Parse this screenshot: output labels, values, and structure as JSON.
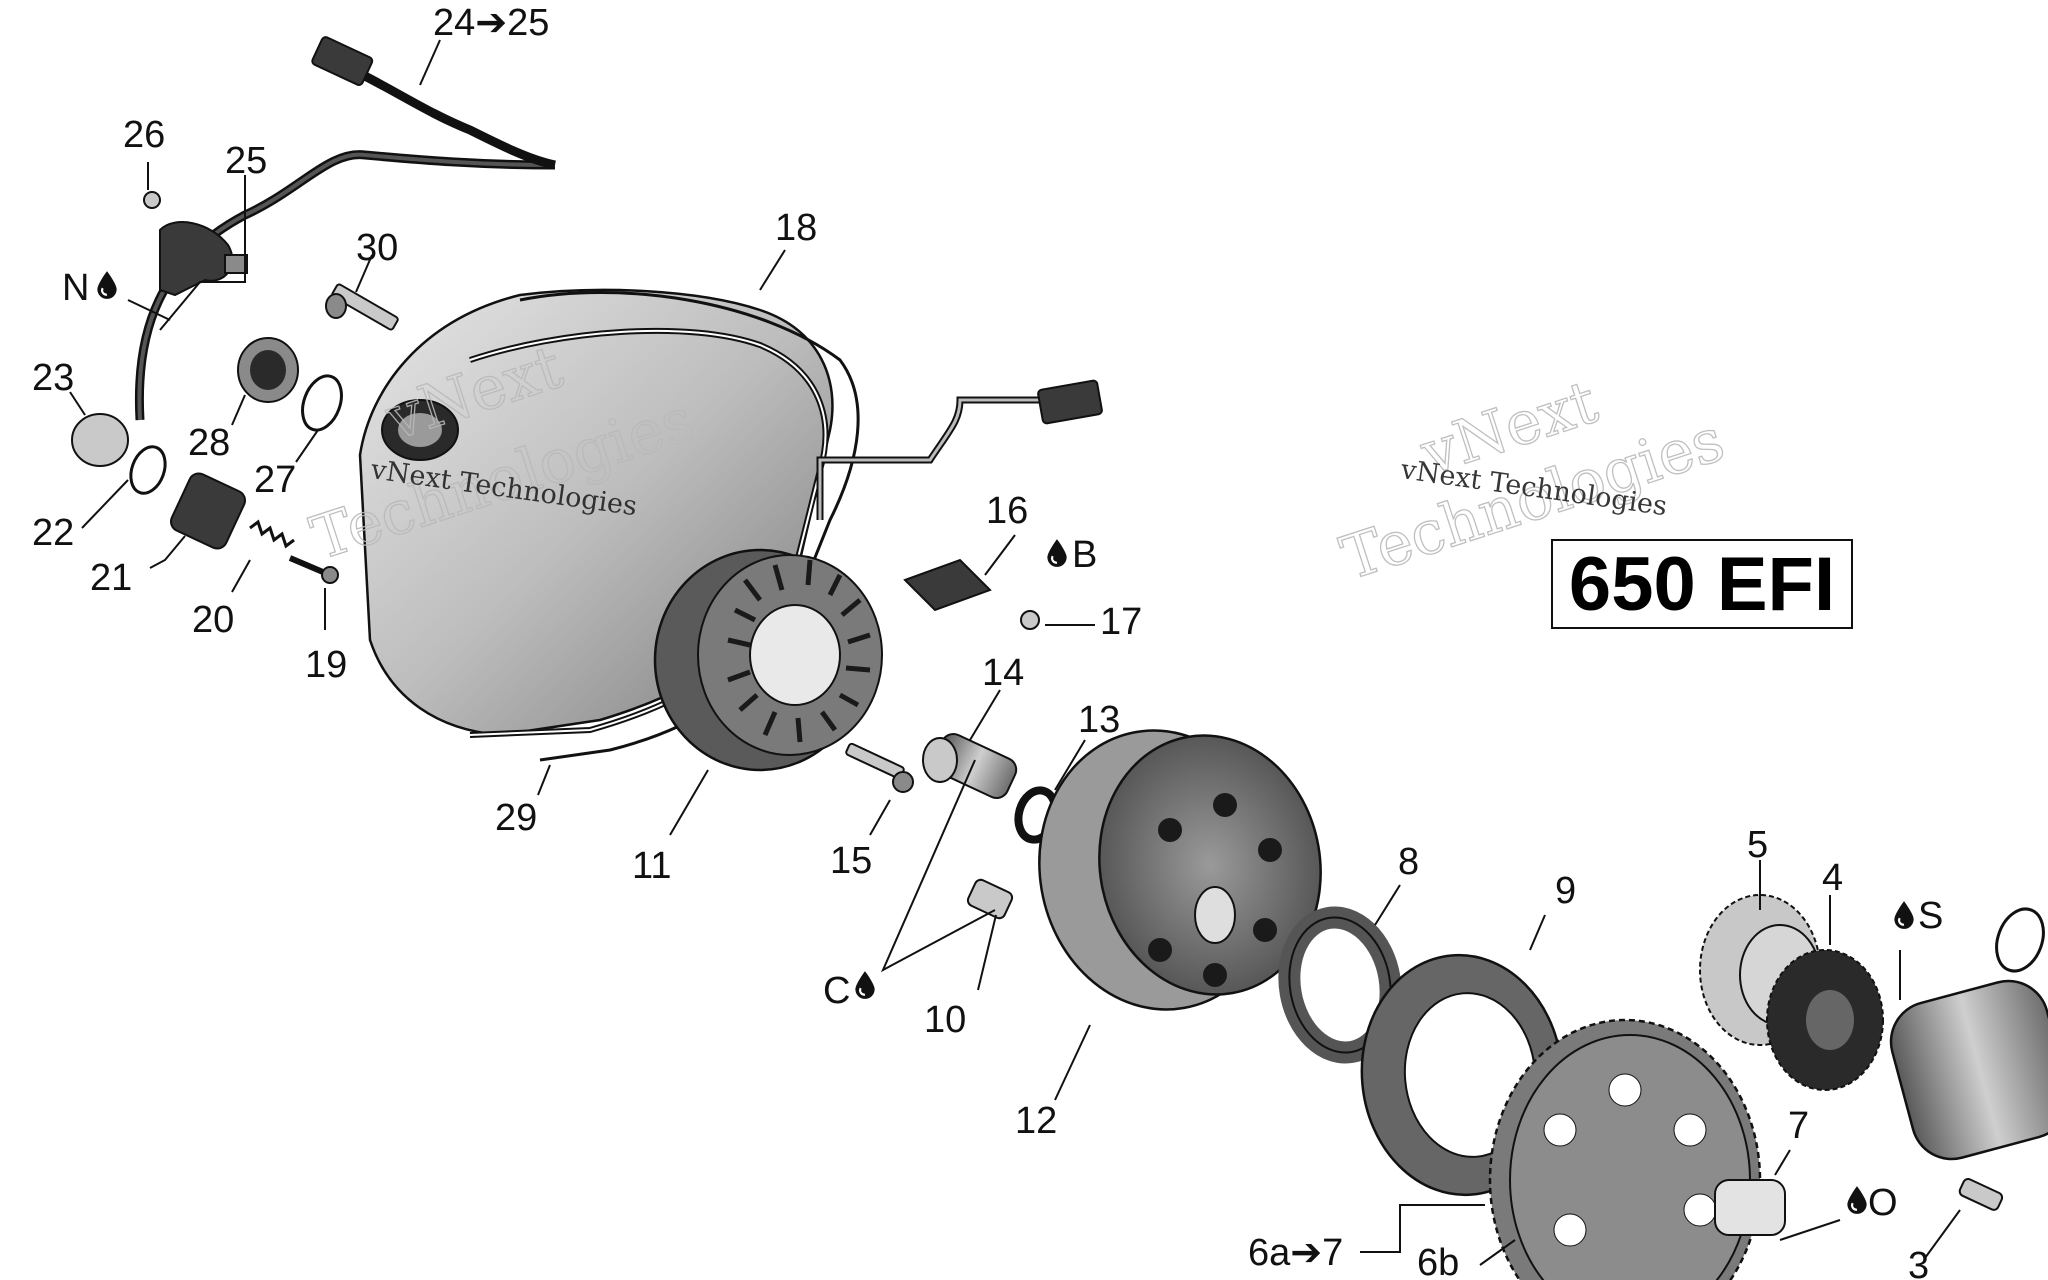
{
  "badge": {
    "text": "650 EFI"
  },
  "watermark": {
    "line1": "vNext",
    "line2": "Technologies",
    "small": "vNext Technologies"
  },
  "callouts": {
    "c24to25": "24➔25",
    "c26": "26",
    "c25": "25",
    "cN": "N",
    "c30": "30",
    "c18": "18",
    "c23": "23",
    "c28": "28",
    "c27": "27",
    "c22": "22",
    "c21": "21",
    "c20": "20",
    "c19": "19",
    "c16": "16",
    "cB": "B",
    "c17": "17",
    "c14": "14",
    "c13": "13",
    "c29": "29",
    "c11": "11",
    "c15": "15",
    "c8": "8",
    "c9": "9",
    "c5": "5",
    "c4": "4",
    "cS": "S",
    "cC": "C",
    "c10": "10",
    "c12": "12",
    "c7": "7",
    "cO": "O",
    "c6a7": "6a➔7",
    "c6b": "6b",
    "c3": "3"
  }
}
